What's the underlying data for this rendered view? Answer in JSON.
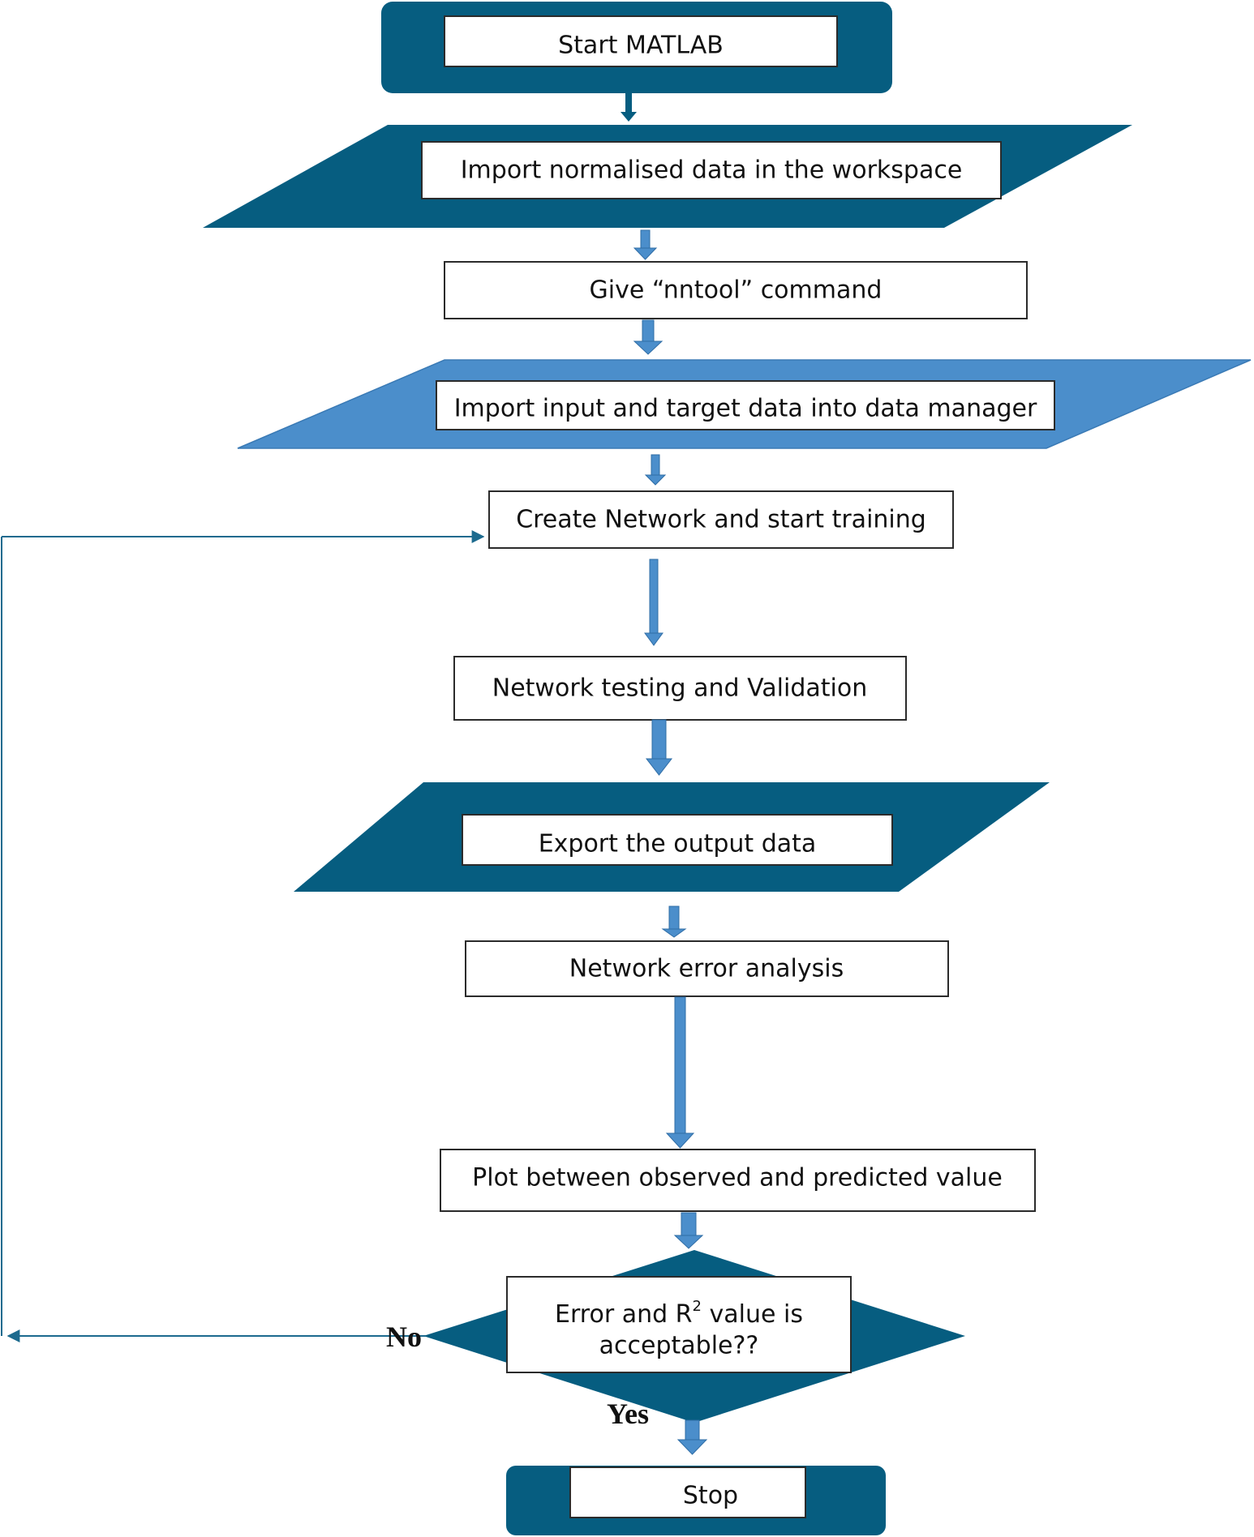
{
  "colors": {
    "dark": "#065d80",
    "light": "#4b8ecb",
    "line": "#1c6a8e",
    "box_border": "#2b2b2b"
  },
  "steps": {
    "start": "Start MATLAB",
    "import_workspace": "Import normalised data in the workspace",
    "nntool": "Give “nntool” command",
    "import_manager": "Import input and target data into data manager",
    "create_network": "Create Network and start training",
    "testing": "Network testing and Validation",
    "export": "Export the output data",
    "error_analysis": "Network error analysis",
    "plot": "Plot between observed and predicted value",
    "decision_line1_prefix": "Error and R",
    "decision_line1_sup": "2",
    "decision_line1_suffix": " value is",
    "decision_line2": "acceptable??",
    "stop": "Stop"
  },
  "branches": {
    "no": "No",
    "yes": "Yes"
  }
}
